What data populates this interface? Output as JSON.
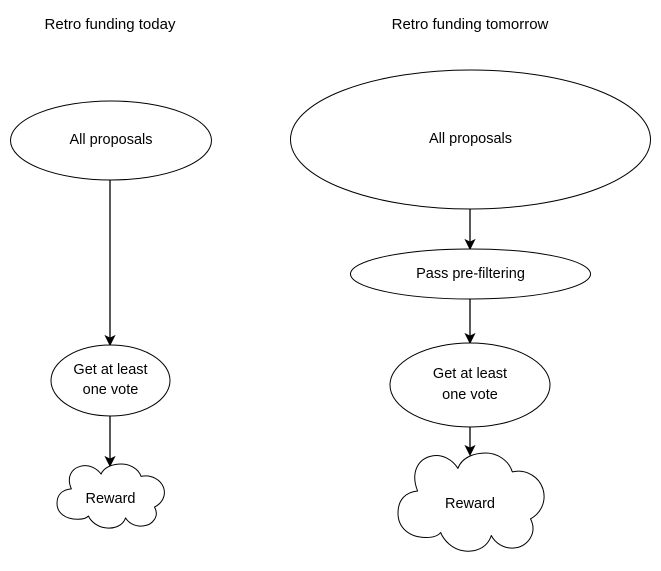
{
  "diagram": {
    "title_left": "Retro funding today",
    "title_right": "Retro funding tomorrow",
    "columns": [
      {
        "id": "today",
        "title": "Retro funding today",
        "nodes": [
          {
            "id": "today-all-proposals",
            "label": "All proposals",
            "shape": "ellipse"
          },
          {
            "id": "today-one-vote-line1",
            "label": "Get at least",
            "shape": "ellipse"
          },
          {
            "id": "today-one-vote-line2",
            "label": "one vote",
            "shape": "ellipse"
          },
          {
            "id": "today-reward",
            "label": "Reward",
            "shape": "cloud"
          }
        ]
      },
      {
        "id": "tomorrow",
        "title": "Retro funding tomorrow",
        "nodes": [
          {
            "id": "tomorrow-all-proposals",
            "label": "All proposals",
            "shape": "ellipse"
          },
          {
            "id": "tomorrow-pre-filtering",
            "label": "Pass pre-filtering",
            "shape": "ellipse"
          },
          {
            "id": "tomorrow-one-vote-line1",
            "label": "Get at least",
            "shape": "ellipse"
          },
          {
            "id": "tomorrow-one-vote-line2",
            "label": "one vote",
            "shape": "ellipse"
          },
          {
            "id": "tomorrow-reward",
            "label": "Reward",
            "shape": "cloud"
          }
        ]
      }
    ],
    "colors": {
      "stroke": "#000000",
      "fill": "#ffffff",
      "background": "#ffffff",
      "text": "#000000"
    }
  }
}
